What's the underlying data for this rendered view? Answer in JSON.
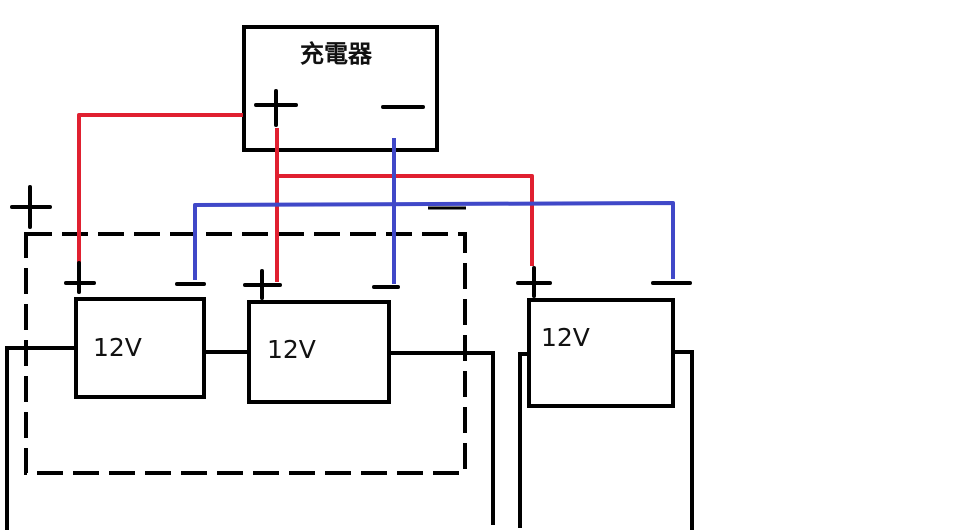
{
  "diagram": {
    "type": "wiring-schematic",
    "charger": {
      "label": "充電器",
      "positive_symbol": "+",
      "negative_symbol": "−"
    },
    "group_box": {
      "label_symbol": "+",
      "style": "dashed"
    },
    "batteries": [
      {
        "id": "battery-1",
        "label": "12V",
        "positive_symbol": "+",
        "negative_symbol": "−",
        "in_group": true
      },
      {
        "id": "battery-2",
        "label": "12V",
        "positive_symbol": "+",
        "negative_symbol": "−",
        "in_group": true
      },
      {
        "id": "battery-3",
        "label": "12V",
        "positive_symbol": "+",
        "negative_symbol": "−",
        "in_group": false
      }
    ],
    "wires": {
      "positive_color": "#e02030",
      "negative_color": "#4048c8",
      "load_color": "#000000"
    }
  }
}
